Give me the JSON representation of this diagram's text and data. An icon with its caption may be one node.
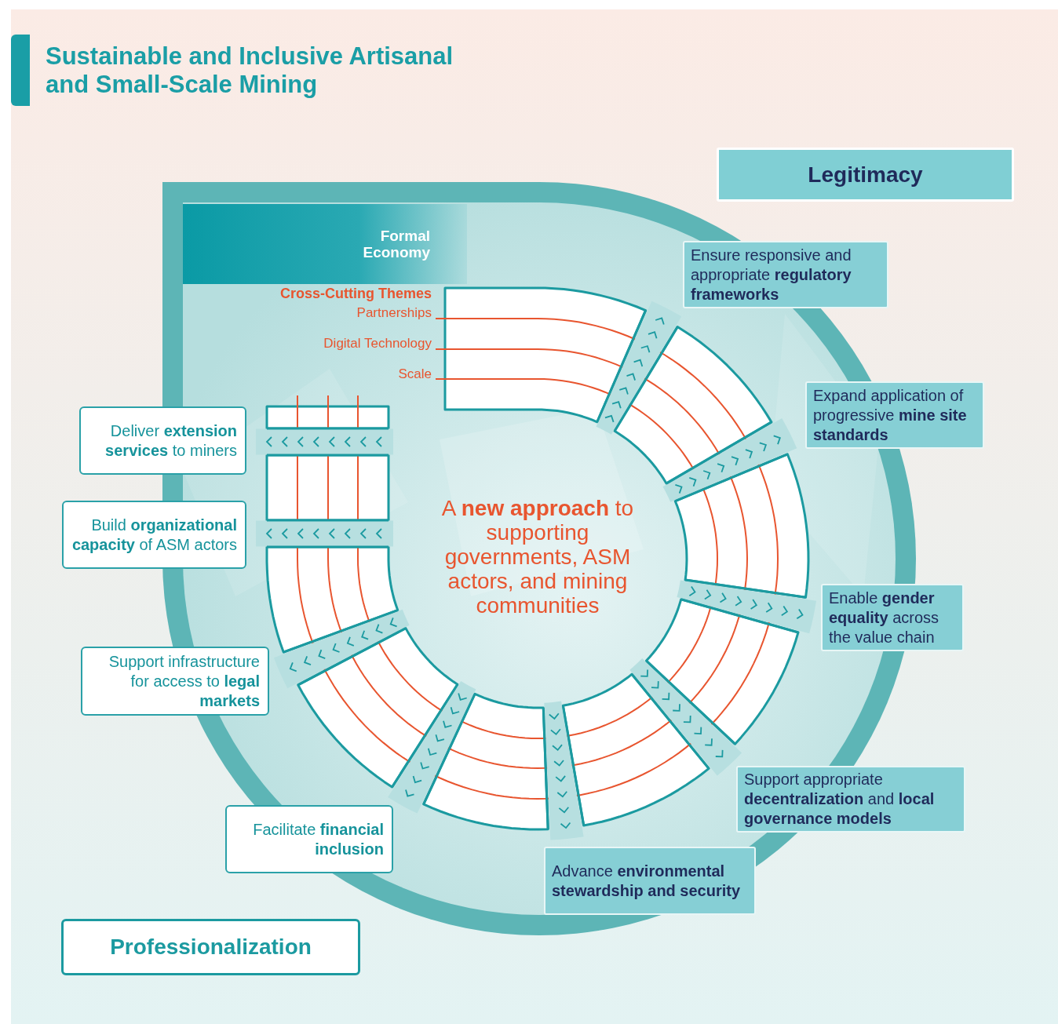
{
  "diagram": {
    "title": "Sustainable and Inclusive Artisanal and Small-Scale Mining",
    "nodes": [
      {
        "text": [
          "Legitimacy"
        ]
      },
      {
        "text": [
          "Formal Economy"
        ]
      },
      {
        "text": [
          "Ensure responsive and appropriate **regulatory frameworks**"
        ]
      },
      {
        "text": [
          "Expand application of progressive **mine site standards**"
        ]
      },
      {
        "text": [
          "Deliver **extension services** to miners"
        ]
      },
      {
        "text": [
          "Build **organizational capacity** of ASM actors"
        ]
      },
      {
        "text": [
          "Enable **gender equality** across the value chain"
        ]
      },
      {
        "text": [
          "Support infrastructure for access to **legal markets**"
        ]
      },
      {
        "text": [
          "Support appropriate **decentralization** and **local governance models**"
        ]
      },
      {
        "text": [
          "Facilitate **financial inclusion**"
        ]
      },
      {
        "text": [
          "Advance **environmental stewardship and security**"
        ]
      },
      {
        "text": [
          "Professionalization"
        ]
      }
    ],
    "labels": [
      "Cross-Cutting Themes",
      "Partnerships",
      "Digital Technology",
      "Scale",
      "A **new approach** to supporting governments, ASM actors, and mining communities"
    ]
  }
}
